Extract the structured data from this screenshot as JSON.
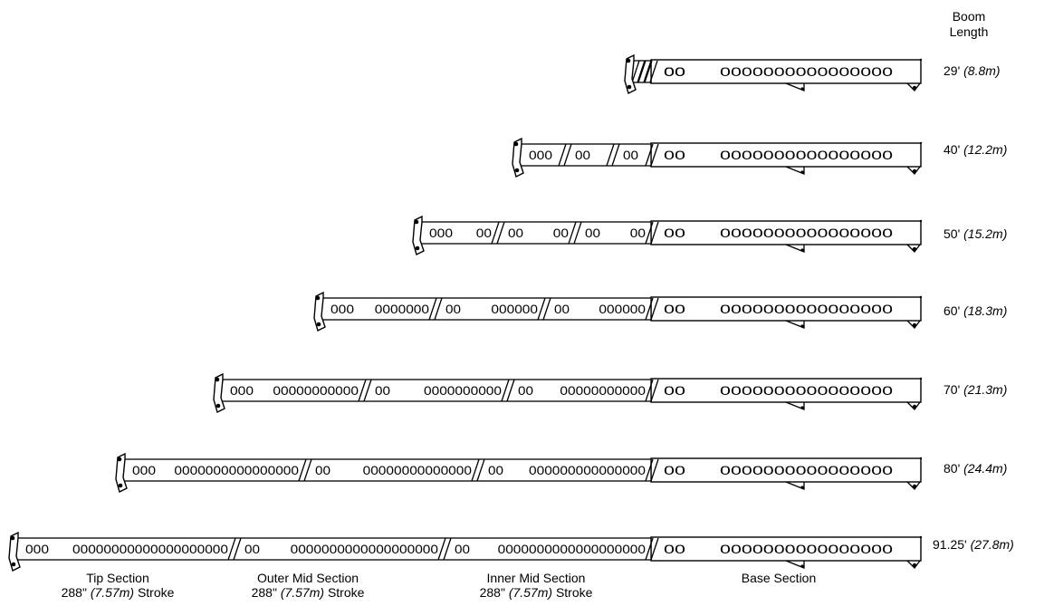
{
  "header": {
    "line1": "Boom",
    "line2": "Length"
  },
  "booms": [
    {
      "length_ft": "29'",
      "length_m": "(8.8m)"
    },
    {
      "length_ft": "40'",
      "length_m": "(12.2m)"
    },
    {
      "length_ft": "50'",
      "length_m": "(15.2m)"
    },
    {
      "length_ft": "60'",
      "length_m": "(18.3m)"
    },
    {
      "length_ft": "70'",
      "length_m": "(21.3m)"
    },
    {
      "length_ft": "80'",
      "length_m": "(24.4m)"
    },
    {
      "length_ft": "91.25'",
      "length_m": "(27.8m)"
    }
  ],
  "sections": [
    {
      "name": "Tip Section",
      "stroke_in": "288\"",
      "stroke_m": "(7.57m)",
      "stroke_word": "Stroke"
    },
    {
      "name": "Outer Mid Section",
      "stroke_in": "288\"",
      "stroke_m": "(7.57m)",
      "stroke_word": "Stroke"
    },
    {
      "name": "Inner Mid Section",
      "stroke_in": "288\"",
      "stroke_m": "(7.57m)",
      "stroke_word": "Stroke"
    },
    {
      "name": "Base Section"
    }
  ],
  "hole_strings": {
    "base": "0000000000000000",
    "base_near": "00",
    "section_near": "00",
    "tip_near": "000"
  }
}
